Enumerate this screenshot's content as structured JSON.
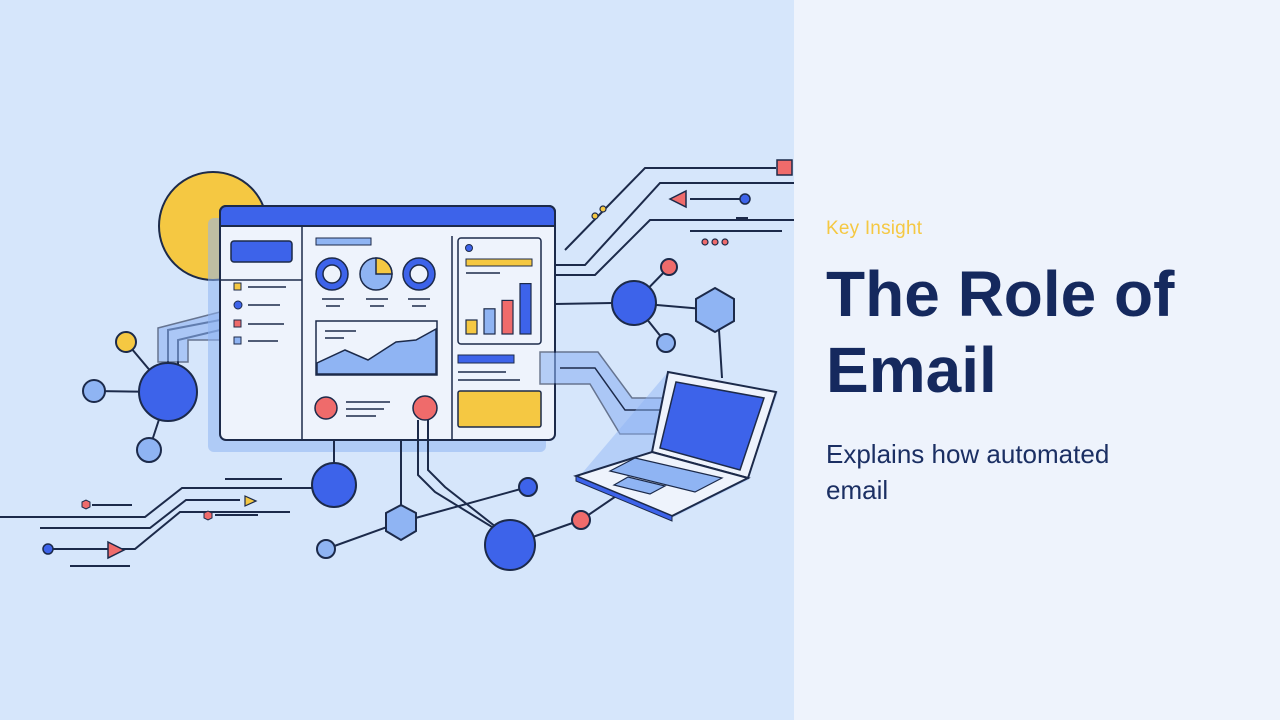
{
  "slide": {
    "eyebrow": "Key Insight",
    "title": "The Role of Email",
    "subtitle": "Explains how automated email"
  },
  "colors": {
    "illustration_bg": "#d6e6fb",
    "panel_bg": "#eef3fc",
    "eyebrow": "#f5c842",
    "title": "#15295e",
    "accent_blue": "#3d63ea",
    "accent_yellow": "#f5c842",
    "accent_red": "#ef6b6b",
    "light_blue": "#8fb4f3"
  },
  "illustration": {
    "icons": [
      "dashboard-window-icon",
      "laptop-icon",
      "network-node-icon",
      "hexagon-node-icon",
      "bar-chart-icon",
      "pie-chart-icon",
      "area-chart-icon"
    ],
    "bar_chart_levels": [
      0.25,
      0.45,
      0.6,
      0.9
    ]
  }
}
